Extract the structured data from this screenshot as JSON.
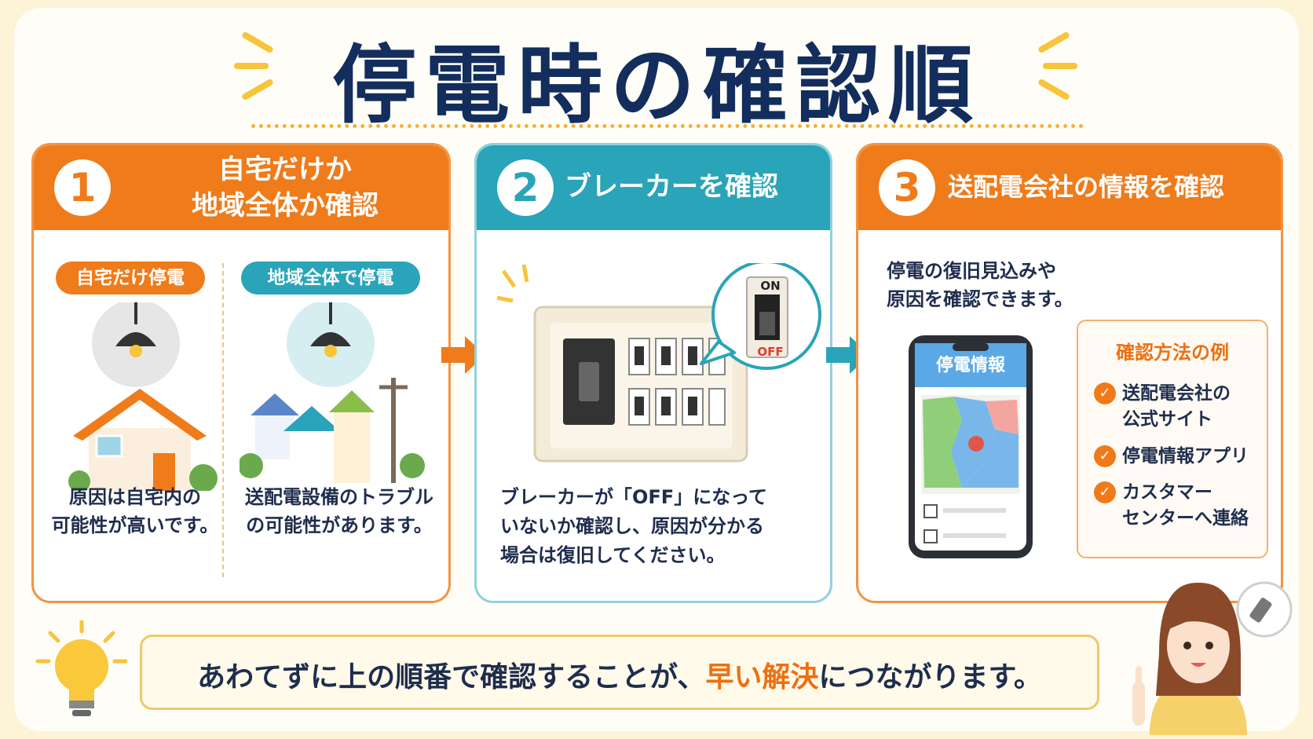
{
  "title": "停電時の確認順",
  "colors": {
    "orange": "#ef7b1a",
    "teal": "#2aa4b8",
    "navy": "#132d5c",
    "yellow": "#f7c43a"
  },
  "steps": [
    {
      "number": "1",
      "heading_line1": "自宅だけか",
      "heading_line2": "地域全体か確認",
      "left_pill": "自宅だけ停電",
      "right_pill": "地域全体で停電",
      "left_desc_line1": "原因は自宅内の",
      "left_desc_line2": "可能性が高いです。",
      "right_desc_line1": "送配電設備のトラブル",
      "right_desc_line2": "の可能性があります。",
      "icons": [
        "pendant-lamp-icon",
        "house-icon",
        "town-icon",
        "utility-pole-icon"
      ]
    },
    {
      "number": "2",
      "heading": "ブレーカーを確認",
      "switch_on": "ON",
      "switch_off": "OFF",
      "desc_line1": "ブレーカーが「OFF」になって",
      "desc_line2": "いないか確認し、原因が分かる",
      "desc_line3": "場合は復旧してください。",
      "icons": [
        "breaker-panel-icon",
        "toggle-switch-icon"
      ]
    },
    {
      "number": "3",
      "heading": "送配電会社の情報を確認",
      "desc_line1": "停電の復旧見込みや",
      "desc_line2": "原因を確認できます。",
      "phone_title": "停電情報",
      "methods_title": "確認方法の例",
      "methods": [
        {
          "line1": "送配電会社の",
          "line2": "公式サイト"
        },
        {
          "line1": "停電情報アプリ",
          "line2": ""
        },
        {
          "line1": "カスタマー",
          "line2": "センターへ連絡"
        }
      ],
      "icons": [
        "smartphone-icon",
        "map-icon",
        "check-icon"
      ]
    }
  ],
  "tip": {
    "before": "あわてずに上の順番で確認することが、",
    "highlight": "早い解決",
    "after": "につながります。"
  }
}
